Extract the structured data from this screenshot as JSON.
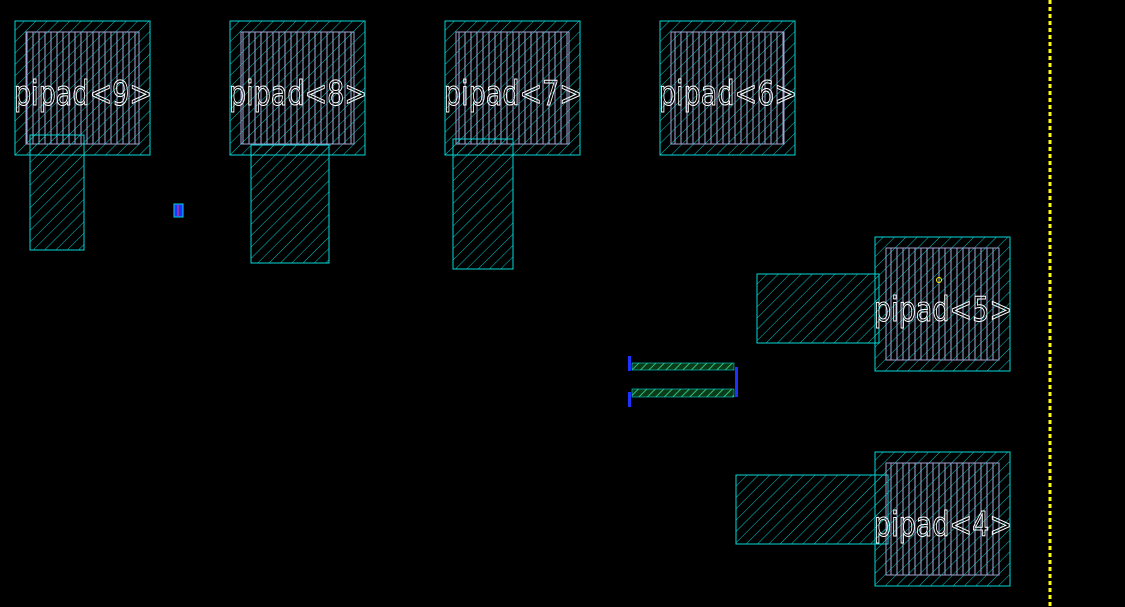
{
  "canvas": {
    "background": "#000000",
    "boundary_color": "#ffff00"
  },
  "colors": {
    "pad_outline": "#00d8d8",
    "pad_inner": "#a0a0d0",
    "label": "#ffffff",
    "resistor_fill": "#208040",
    "pin": "#2030ff"
  },
  "pads": [
    {
      "label": "pipad<9>"
    },
    {
      "label": "pipad<8>"
    },
    {
      "label": "pipad<7>"
    },
    {
      "label": "pipad<6>"
    },
    {
      "label": "pipad<5>"
    },
    {
      "label": "pipad<4>"
    }
  ]
}
